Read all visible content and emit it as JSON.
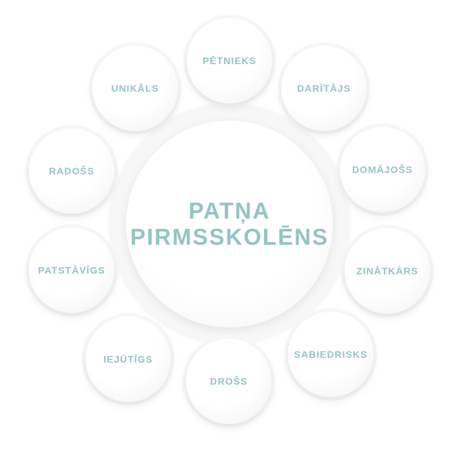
{
  "center": {
    "line1": "PATŅA",
    "line2": "PIRMSSKOLĒNS"
  },
  "nodes": [
    "PĒTNIEKS",
    "DARĪTĀJS",
    "DOMĀJOŠS",
    "ZINĀTKĀRS",
    "SABIEDRISKS",
    "DROŠS",
    "IEJŪTĪGS",
    "PATSTĀVĪGS",
    "RADOŠS",
    "UNIKĀLS"
  ],
  "colors": {
    "text": "#93c4c4"
  }
}
